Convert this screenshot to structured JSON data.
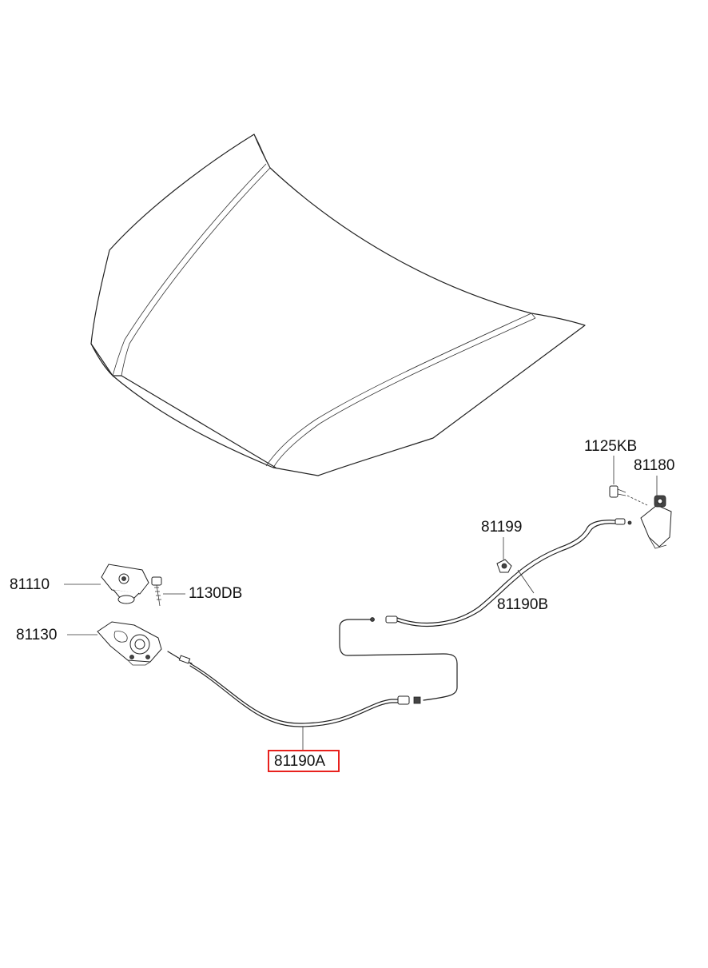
{
  "diagram": {
    "highlight_color": "#e8211d",
    "parts": [
      {
        "id": "81110",
        "label": "81110"
      },
      {
        "id": "81130",
        "label": "81130"
      },
      {
        "id": "1130DB",
        "label": "1130DB"
      },
      {
        "id": "81199",
        "label": "81199"
      },
      {
        "id": "81190B",
        "label": "81190B"
      },
      {
        "id": "1125KB",
        "label": "1125KB"
      },
      {
        "id": "81180",
        "label": "81180"
      },
      {
        "id": "81190A",
        "label": "81190A",
        "highlighted": true
      }
    ]
  }
}
